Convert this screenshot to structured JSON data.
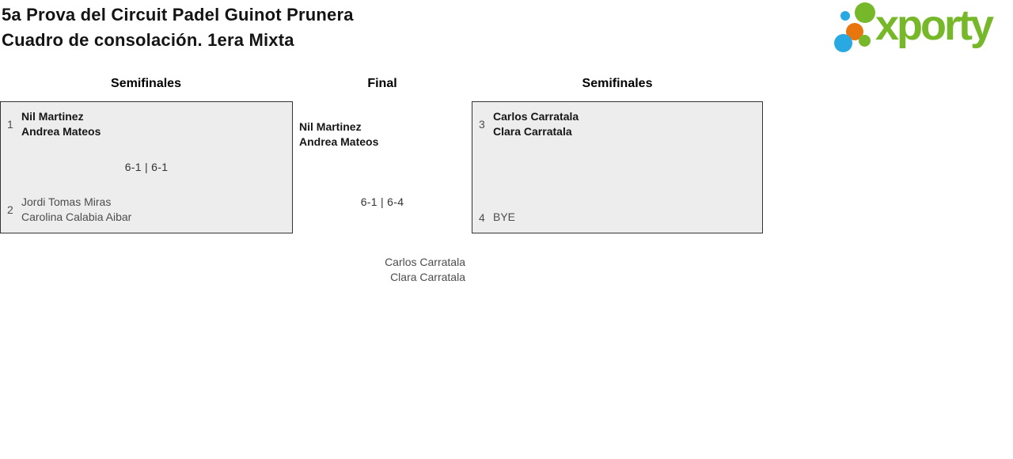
{
  "header": {
    "title_line1": "5a Prova del Circuit Padel Guinot Prunera",
    "title_line2": "Cuadro de consolación. 1era Mixta"
  },
  "logo": {
    "text": "xporty",
    "colors": {
      "green": "#76b82a",
      "blue": "#29a9e1",
      "orange": "#e8750e"
    }
  },
  "bracket": {
    "round_headers": [
      {
        "label": "Semifinales"
      },
      {
        "label": "Final"
      },
      {
        "label": "Semifinales"
      }
    ],
    "semifinal_left": {
      "team1": {
        "seed": "1",
        "player1": "Nil Martinez",
        "player2": "Andrea Mateos"
      },
      "score": "6-1 | 6-1",
      "team2": {
        "seed": "2",
        "player1": "Jordi Tomas Miras",
        "player2": "Carolina Calabia Aibar"
      }
    },
    "final": {
      "winner": {
        "player1": "Nil Martinez",
        "player2": "Andrea Mateos"
      },
      "score": "6-1 | 6-4",
      "loser": {
        "player1": "Carlos Carratala",
        "player2": "Clara Carratala"
      }
    },
    "semifinal_right": {
      "team1": {
        "seed": "3",
        "player1": "Carlos Carratala",
        "player2": "Clara Carratala"
      },
      "score": "",
      "team2": {
        "seed": "4",
        "player1": "BYE"
      }
    }
  }
}
